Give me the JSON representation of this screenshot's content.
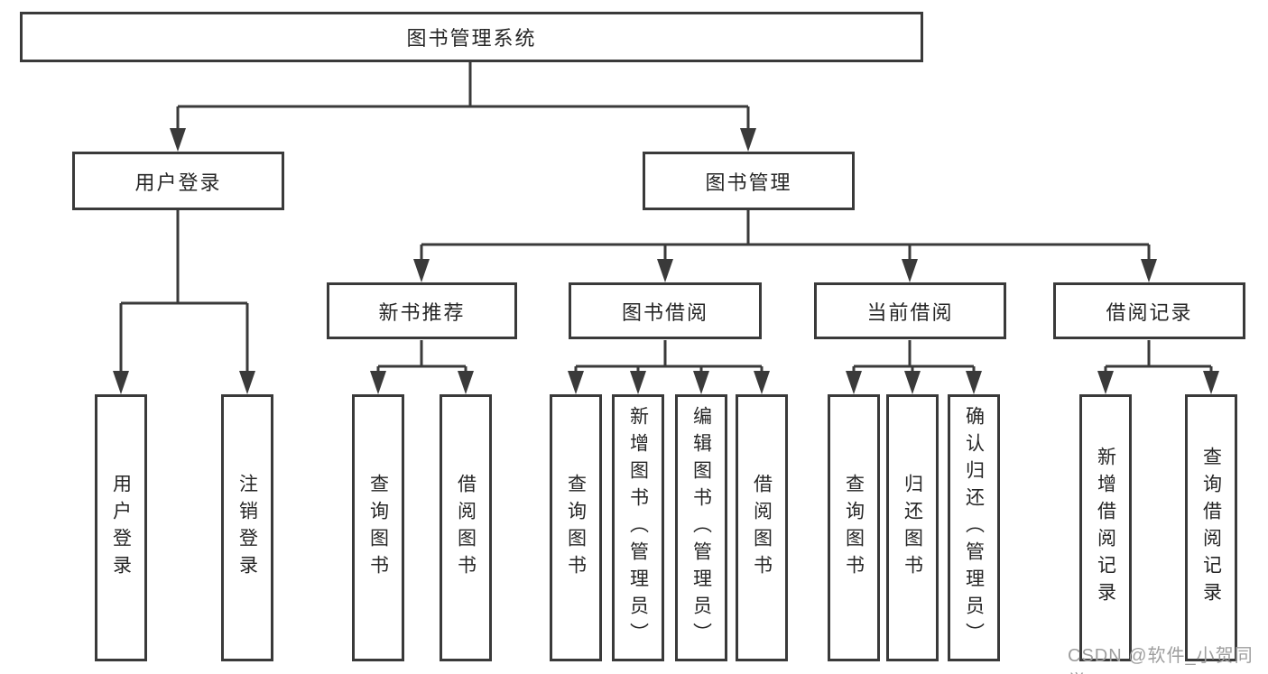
{
  "colors": {
    "line": "#3a3a3a",
    "text": "#262626",
    "background": "#ffffff",
    "watermark": "#9e9e9e"
  },
  "watermark": {
    "text": "CSDN @软件_小贺同学"
  },
  "tree": {
    "label": "图书管理系统",
    "children": [
      {
        "label": "用户登录",
        "children": [
          {
            "label": "用户登录"
          },
          {
            "label": "注销登录"
          }
        ]
      },
      {
        "label": "图书管理",
        "children": [
          {
            "label": "新书推荐",
            "children": [
              {
                "label": "查询图书"
              },
              {
                "label": "借阅图书"
              }
            ]
          },
          {
            "label": "图书借阅",
            "children": [
              {
                "label": "查询图书"
              },
              {
                "label": "新增图书（管理员）"
              },
              {
                "label": "编辑图书（管理员）"
              },
              {
                "label": "借阅图书"
              }
            ]
          },
          {
            "label": "当前借阅",
            "children": [
              {
                "label": "查询图书"
              },
              {
                "label": "归还图书"
              },
              {
                "label": "确认归还（管理员）"
              }
            ]
          },
          {
            "label": "借阅记录",
            "children": [
              {
                "label": "新增借阅记录"
              },
              {
                "label": "查询借阅记录"
              }
            ]
          }
        ]
      }
    ]
  }
}
